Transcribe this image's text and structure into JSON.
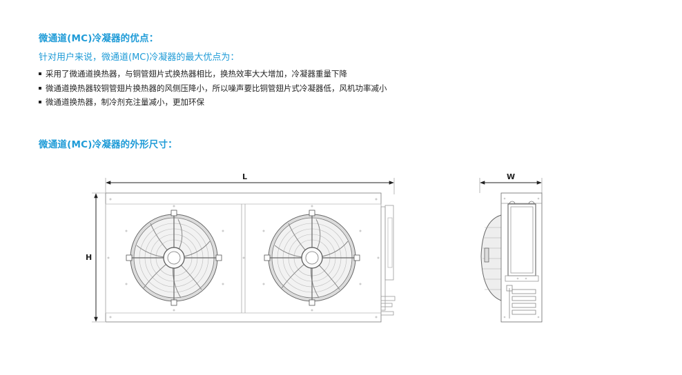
{
  "advantages": {
    "heading": "微通道(MC)冷凝器的优点：",
    "subheading": "针对用户来说，微通道(MC)冷凝器的最大优点为：",
    "items": [
      "采用了微通道换热器，与铜管翅片式换热器相比，换热效率大大增加，冷凝器重量下降",
      "微通道换热器较铜管翅片换热器的风侧压降小，所以噪声要比铜管翅片式冷凝器低，风机功率减小",
      "微通道换热器，制冷剂充注量减小，更加环保"
    ]
  },
  "dimensions": {
    "heading": "微通道(MC)冷凝器的外形尺寸：",
    "length_label": "L",
    "height_label": "H",
    "width_label": "W"
  }
}
